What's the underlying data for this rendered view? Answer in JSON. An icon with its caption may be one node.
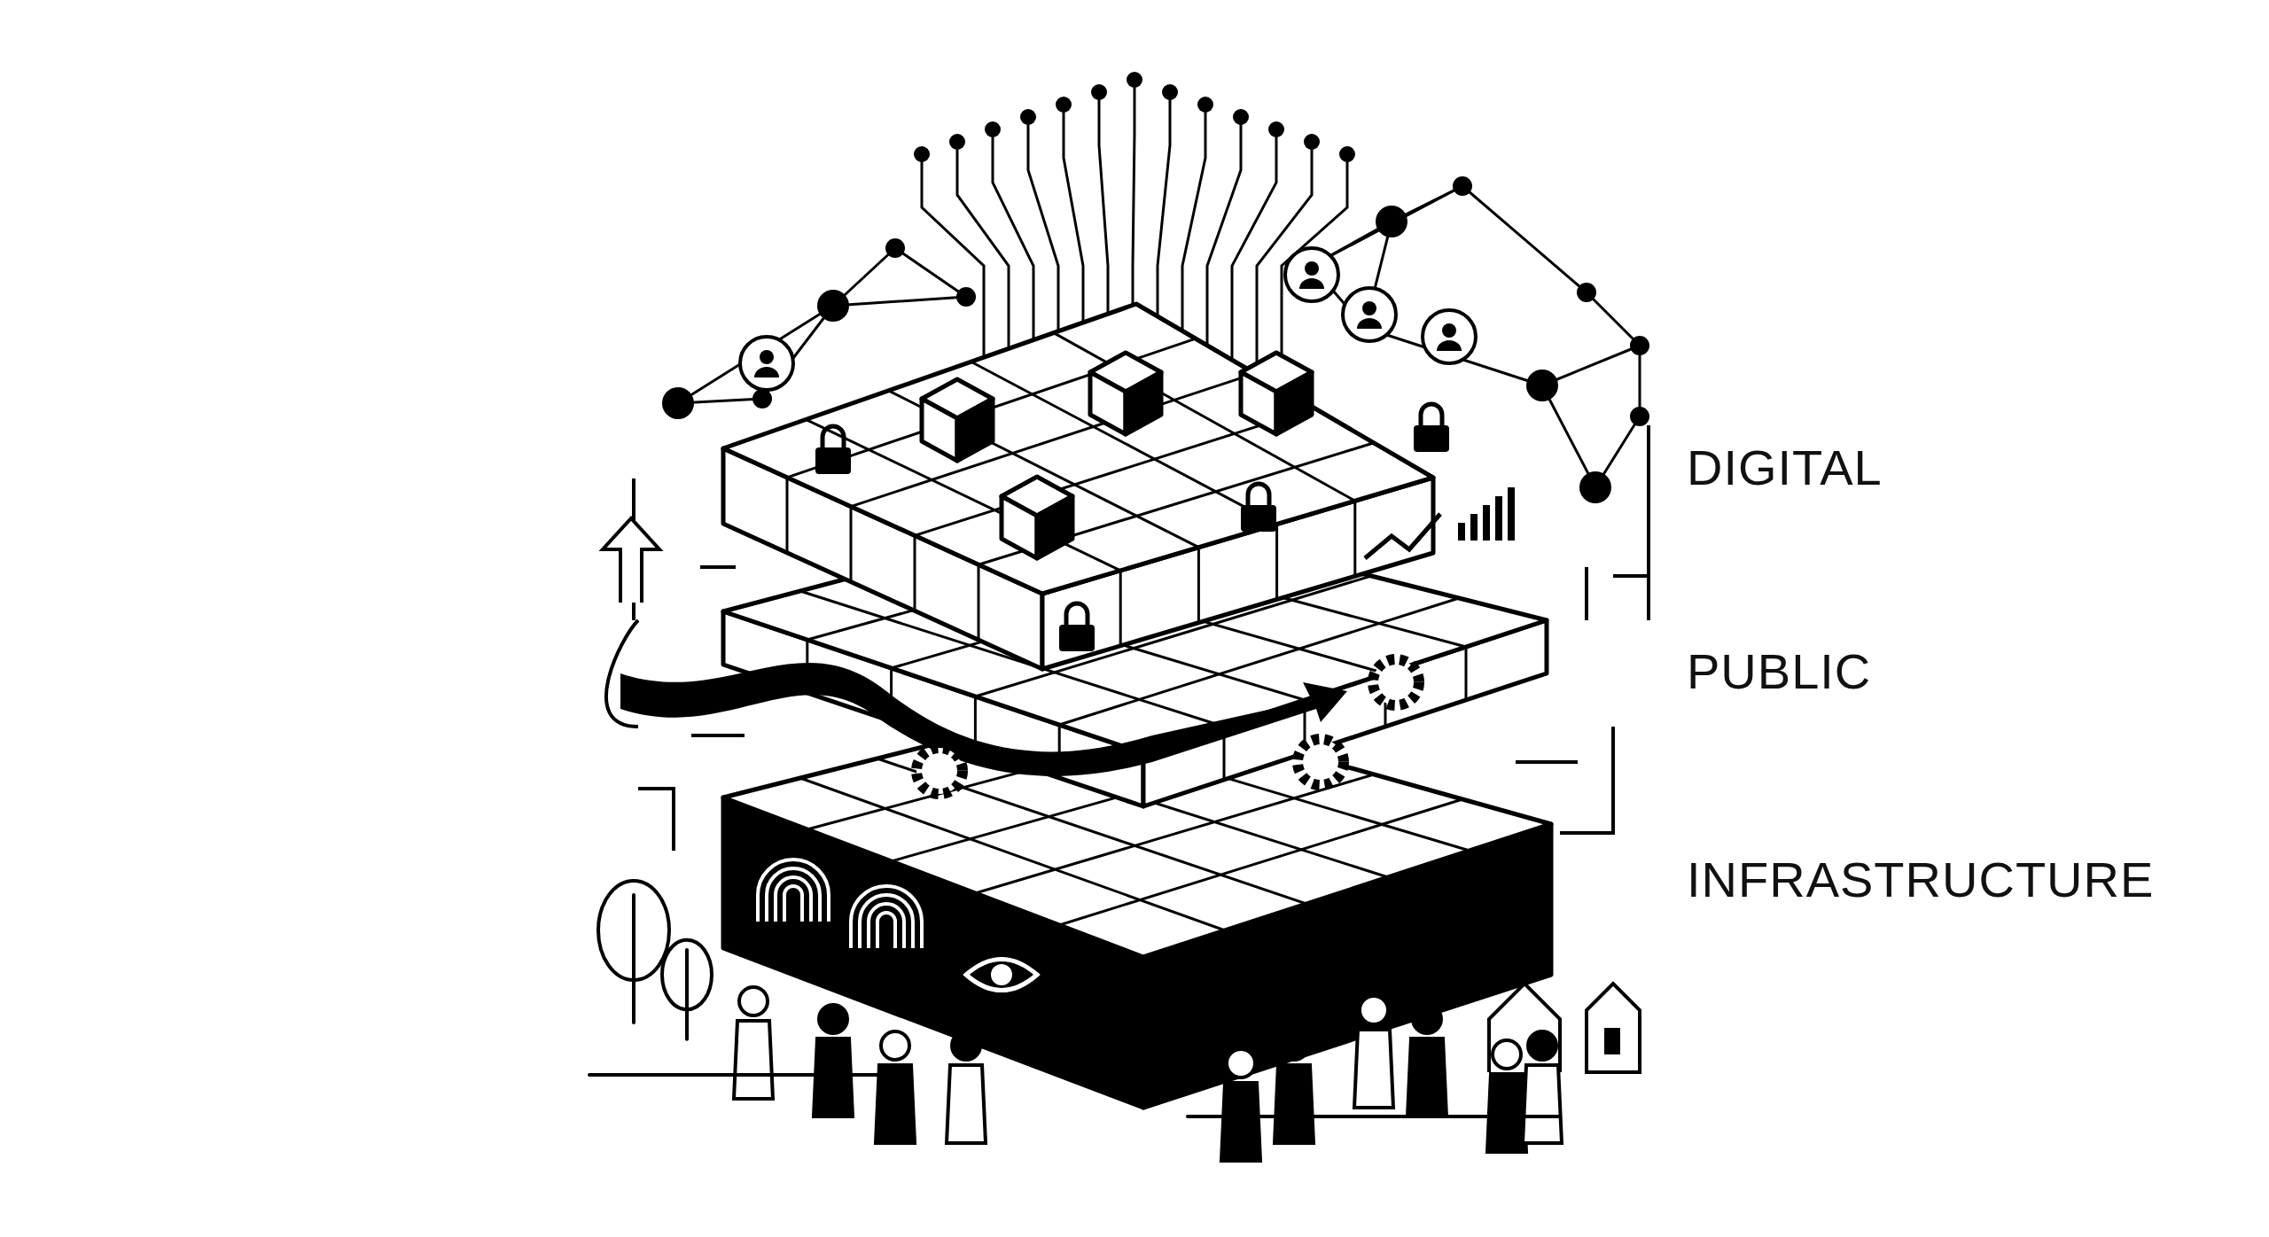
{
  "diagram": {
    "labels": [
      "DIGITAL",
      "PUBLIC",
      "INFRASTRUCTURE"
    ]
  }
}
